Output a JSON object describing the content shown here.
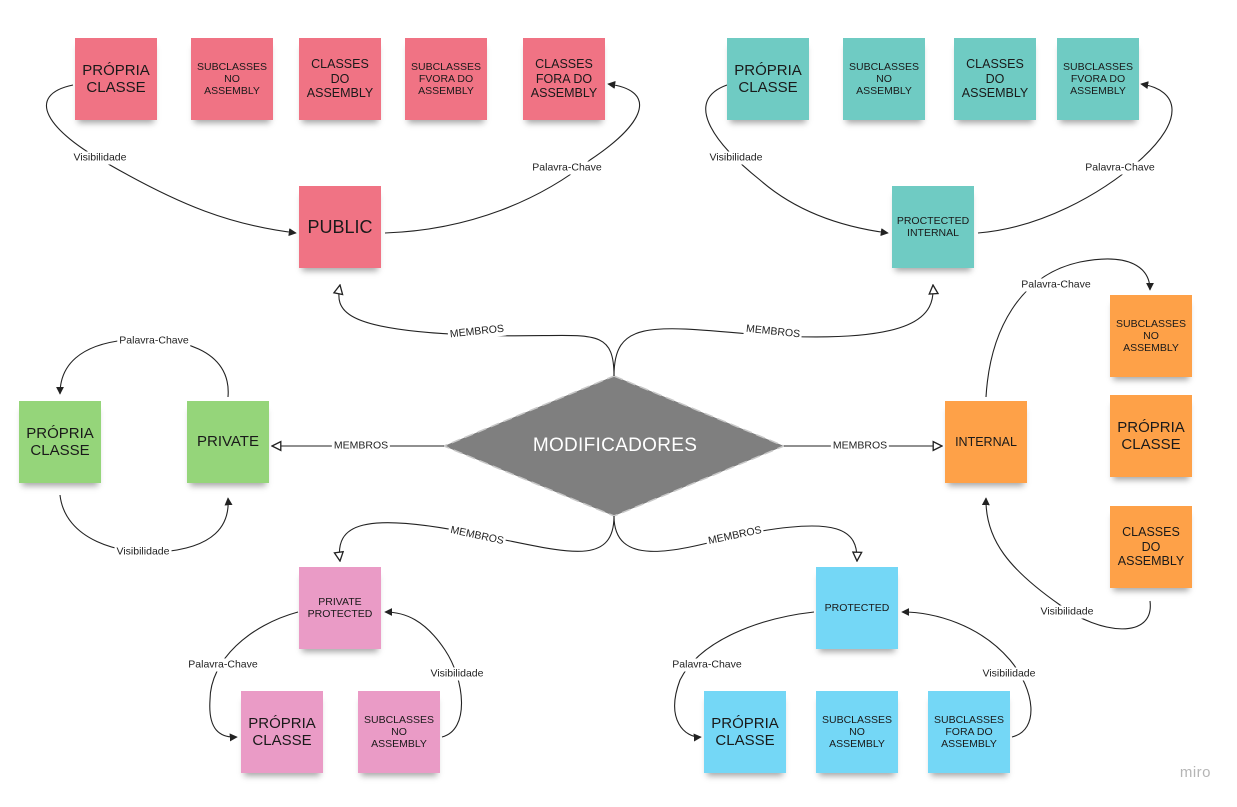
{
  "center": {
    "label": "MODIFICADORES",
    "color": "#7f7f7f"
  },
  "edge_labels": {
    "membros": "MEMBROS",
    "visibilidade": "Visibilidade",
    "palavra_chave": "Palavra-Chave"
  },
  "public": {
    "label": "PUBLIC",
    "items": [
      "PRÓPRIA\nCLASSE",
      "SUBCLASSES\nNO\nASSEMBLY",
      "CLASSES\nDO\nASSEMBLY",
      "SUBCLASSES\nFVORA DO\nASSEMBLY",
      "CLASSES\nFORA DO\nASSEMBLY"
    ]
  },
  "protected_internal": {
    "label": "PROCTECTED\nINTERNAL",
    "items": [
      "PRÓPRIA\nCLASSE",
      "SUBCLASSES\nNO\nASSEMBLY",
      "CLASSES\nDO\nASSEMBLY",
      "SUBCLASSES\nFVORA DO\nASSEMBLY"
    ]
  },
  "private": {
    "label": "PRIVATE",
    "items": [
      "PRÓPRIA\nCLASSE"
    ]
  },
  "internal": {
    "label": "INTERNAL",
    "items": [
      "SUBCLASSES\nNO\nASSEMBLY",
      "PRÓPRIA\nCLASSE",
      "CLASSES\nDO\nASSEMBLY"
    ]
  },
  "private_protected": {
    "label": "PRIVATE\nPROTECTED",
    "items": [
      "PRÓPRIA\nCLASSE",
      "SUBCLASSES\nNO\nASSEMBLY"
    ]
  },
  "protected": {
    "label": "PROTECTED",
    "items": [
      "PRÓPRIA\nCLASSE",
      "SUBCLASSES\nNO\nASSEMBLY",
      "SUBCLASSES\nFORA DO\nASSEMBLY"
    ]
  },
  "watermark": "miro"
}
